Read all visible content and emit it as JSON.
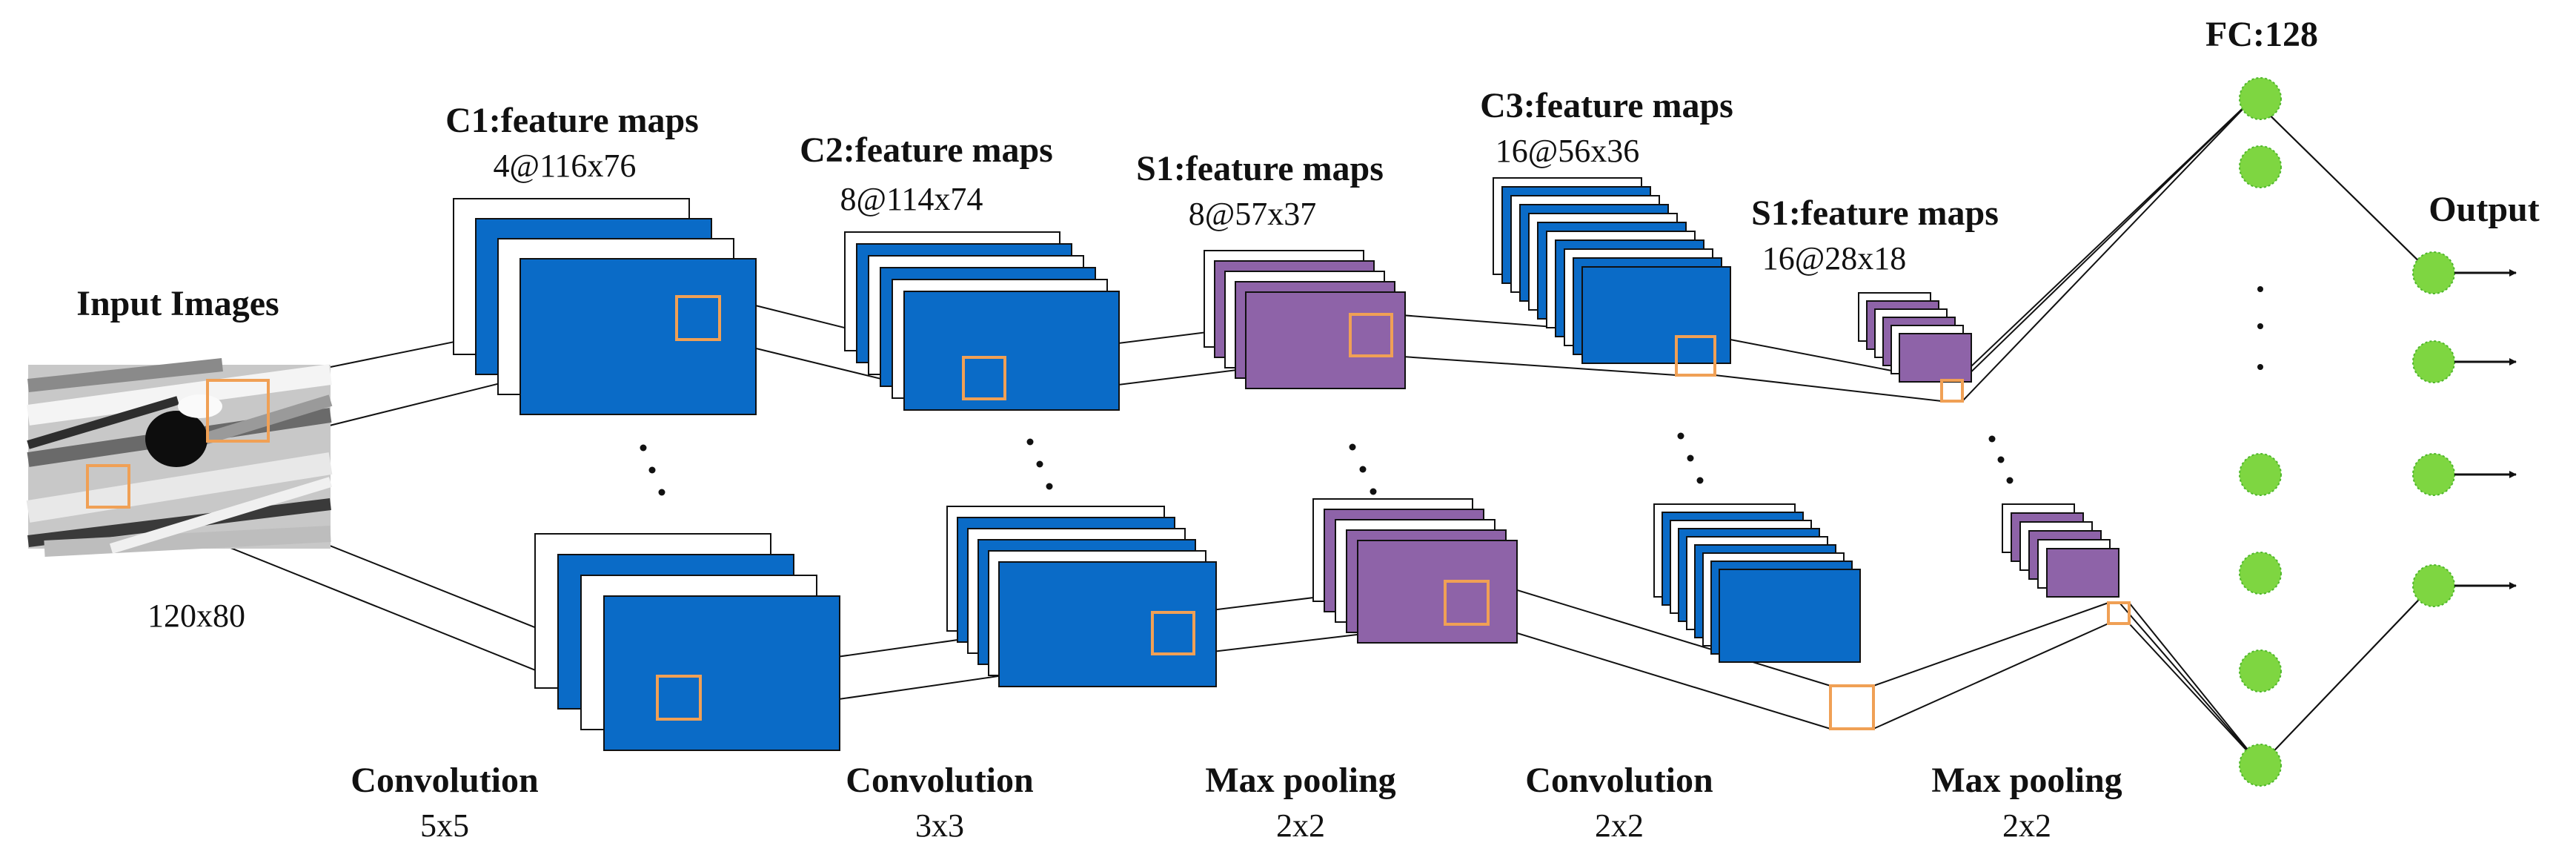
{
  "colors": {
    "conv": "#0a6bc7",
    "pool": "#8e63a8",
    "blank": "#ffffff",
    "frame": "#111111",
    "kernel": "#f0a055",
    "neuron": "#7ed641",
    "neuron_edge": "#4fb82a"
  },
  "input": {
    "title": "Input Images",
    "size": "120x80"
  },
  "layers": {
    "c1": {
      "title": "C1:feature maps",
      "dims": "4@116x76"
    },
    "c2": {
      "title": "C2:feature maps",
      "dims": "8@114x74"
    },
    "s1a": {
      "title": "S1:feature maps",
      "dims": "8@57x37"
    },
    "c3": {
      "title": "C3:feature maps",
      "dims": "16@56x36"
    },
    "s1b": {
      "title": "S1:feature maps",
      "dims": "16@28x18"
    }
  },
  "fc": {
    "title": "FC:128"
  },
  "output": {
    "title": "Output"
  },
  "operations": [
    {
      "name": "Convolution",
      "size": "5x5"
    },
    {
      "name": "Convolution",
      "size": "3x3"
    },
    {
      "name": "Max pooling",
      "size": "2x2"
    },
    {
      "name": "Convolution",
      "size": "2x2"
    },
    {
      "name": "Max pooling",
      "size": "2x2"
    }
  ],
  "ellipsis": ".   .   ."
}
